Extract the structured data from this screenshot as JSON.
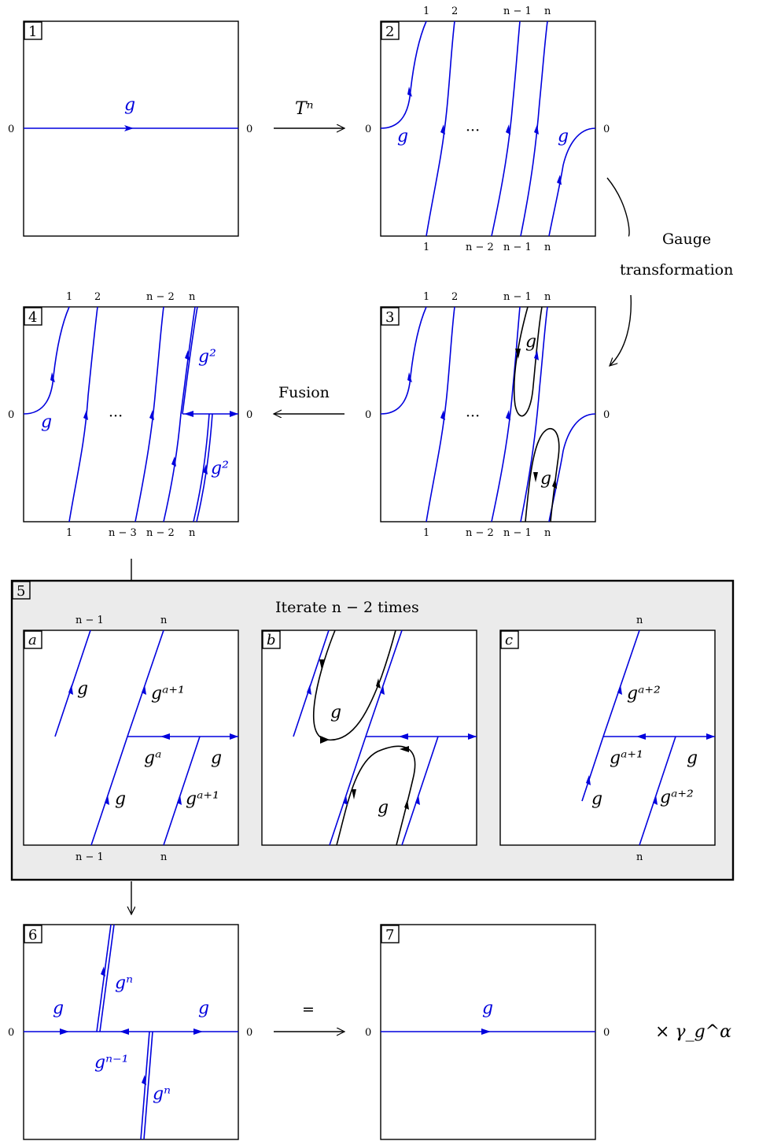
{
  "panels": {
    "p1": {
      "number": "1",
      "label_g": "g",
      "left_edge": "0",
      "right_edge": "0"
    },
    "p2": {
      "number": "2",
      "top_labels": [
        "1",
        "2",
        "n − 1",
        "n"
      ],
      "bottom_labels": [
        "1",
        "n − 2",
        "n − 1",
        "n"
      ],
      "left_edge": "0",
      "right_edge": "0",
      "label_g_left": "g",
      "label_g_right": "g",
      "ellipsis": "···"
    },
    "p3": {
      "number": "3",
      "top_labels": [
        "1",
        "2",
        "n − 1",
        "n"
      ],
      "bottom_labels": [
        "1",
        "n − 2",
        "n − 1",
        "n"
      ],
      "left_edge": "0",
      "right_edge": "0",
      "loop_label_top": "g",
      "loop_label_bottom": "g",
      "ellipsis": "···"
    },
    "p4": {
      "number": "4",
      "top_labels": [
        "1",
        "2",
        "n − 2",
        "n"
      ],
      "bottom_labels": [
        "1",
        "n − 3",
        "n − 2",
        "n"
      ],
      "left_edge": "0",
      "right_edge": "0",
      "label_g": "g",
      "label_g2_top": "g²",
      "label_g2_bottom": "g²",
      "ellipsis": "···"
    },
    "p6": {
      "number": "6",
      "left_edge": "0",
      "right_edge": "0",
      "label_g_left": "g",
      "label_g_right": "g",
      "label_gn_top": "gⁿ",
      "label_gn_bottom": "gⁿ",
      "label_gn1": "gⁿ⁻¹"
    },
    "p7": {
      "number": "7",
      "left_edge": "0",
      "right_edge": "0",
      "label_g": "g",
      "factor": "× γ_g^α"
    }
  },
  "arrows": {
    "tn": "Tⁿ",
    "gauge_line1": "Gauge",
    "gauge_line2": "transformation",
    "fusion": "Fusion",
    "equals": "="
  },
  "iterate_box": {
    "number": "5",
    "title": "Iterate n − 2 times",
    "a": {
      "letter": "a",
      "top_labels": [
        "n − 1",
        "n"
      ],
      "bottom_labels": [
        "n − 1",
        "n"
      ],
      "g_upper_left": "g",
      "ga1_upper": "gᵃ⁺¹",
      "ga": "gᵃ",
      "g_right": "g",
      "g_lower": "g",
      "ga1_lower": "gᵃ⁺¹"
    },
    "b": {
      "letter": "b",
      "g_upper": "g",
      "g_lower": "g"
    },
    "c": {
      "letter": "c",
      "top_label": "n",
      "bottom_label": "n",
      "ga2_upper": "gᵃ⁺²",
      "ga1": "gᵃ⁺¹",
      "g_right": "g",
      "g_lower": "g",
      "ga2_lower": "gᵃ⁺²"
    }
  },
  "colors": {
    "line": "#0000dd",
    "loop": "#000000",
    "box_fill": "#ebebeb"
  }
}
